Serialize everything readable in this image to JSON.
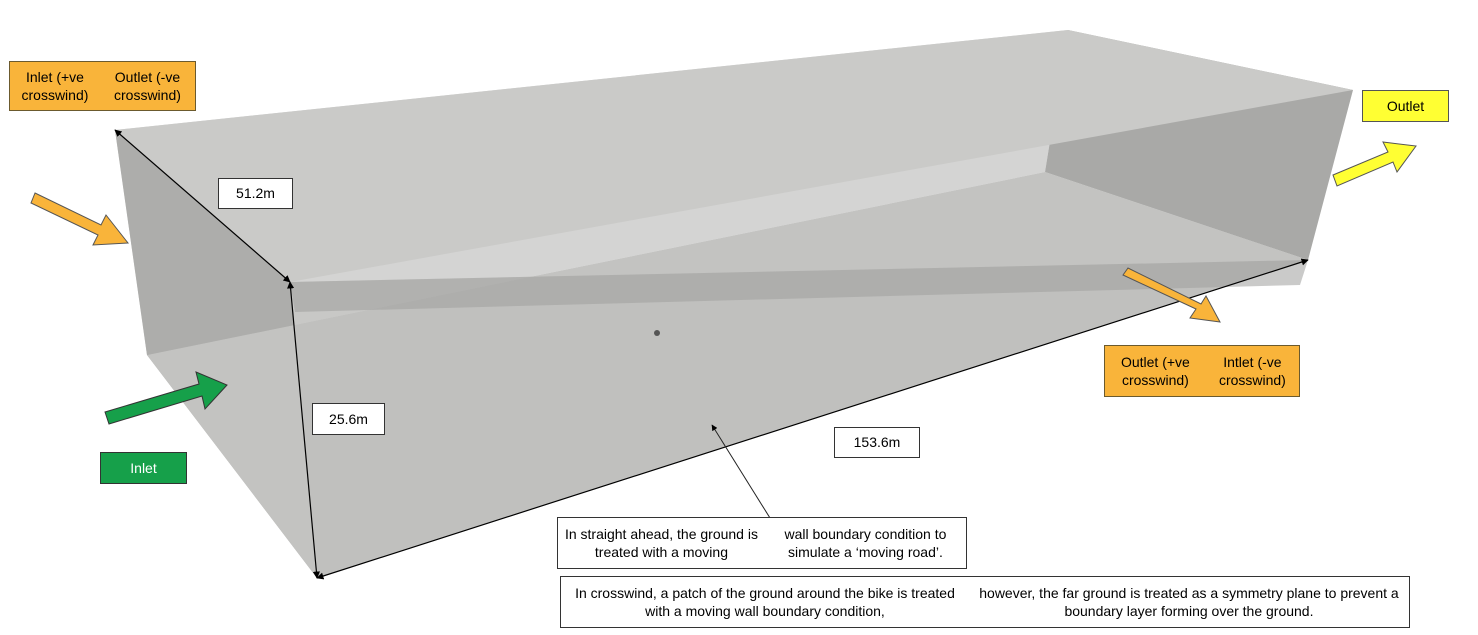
{
  "labels": {
    "inlet_outlet_left": [
      "Inlet (+ve crosswind)",
      "Outlet (-ve crosswind)"
    ],
    "outlet_right": "Outlet",
    "outlet_inlet_bottom_right": [
      "Outlet (+ve crosswind)",
      "Intlet (-ve crosswind)"
    ],
    "inlet": "Inlet"
  },
  "dimensions": {
    "width": "51.2m",
    "height": "25.6m",
    "length": "153.6m"
  },
  "notes": {
    "straight_ahead": [
      "In straight ahead, the ground is treated with a moving",
      "wall boundary condition to simulate a ‘moving road’."
    ],
    "crosswind": [
      "In crosswind, a patch of the ground around the bike is treated with a moving wall boundary condition,",
      "however, the far ground is treated as a symmetry plane to prevent a boundary layer forming over the ground."
    ]
  },
  "colors": {
    "crosswind_arrow": "#f9b43a",
    "inlet_arrow": "#16a04a",
    "outlet_arrow": "#ffff33",
    "domain_face": "#c8c8c6"
  }
}
